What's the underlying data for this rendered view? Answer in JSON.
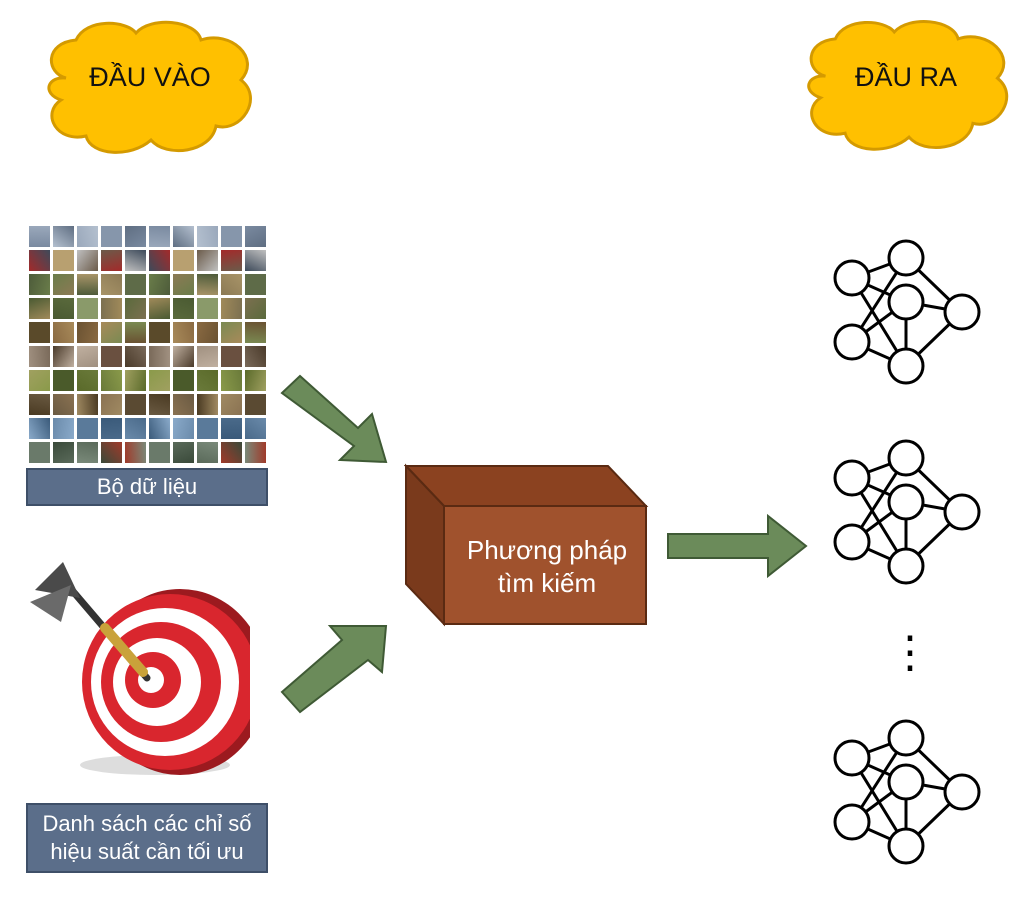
{
  "input_cloud": {
    "label": "ĐẦU VÀO"
  },
  "output_cloud": {
    "label": "ĐẦU RA"
  },
  "dataset": {
    "caption": "Bộ dữ liệu"
  },
  "metrics": {
    "caption_line1": "Danh sách các chỉ số",
    "caption_line2": "hiệu suất cần tối ưu"
  },
  "search_box": {
    "line1": "Phương pháp",
    "line2": "tìm kiếm"
  },
  "ellipsis": "⋮",
  "colors": {
    "cloud_fill": "#ffc000",
    "cloud_stroke": "#d49a00",
    "arrow_fill": "#6b8b5a",
    "arrow_stroke": "#3f5a35",
    "box_front": "#a0522d",
    "box_top": "#8b4220",
    "box_side": "#7a3a1c",
    "caption_bg": "#5b6e8a",
    "target_red": "#d9262e"
  },
  "icons": [
    "cloud-shape",
    "image-grid",
    "dart-target-icon",
    "arrow-icon",
    "box-3d",
    "neural-network-icon"
  ]
}
